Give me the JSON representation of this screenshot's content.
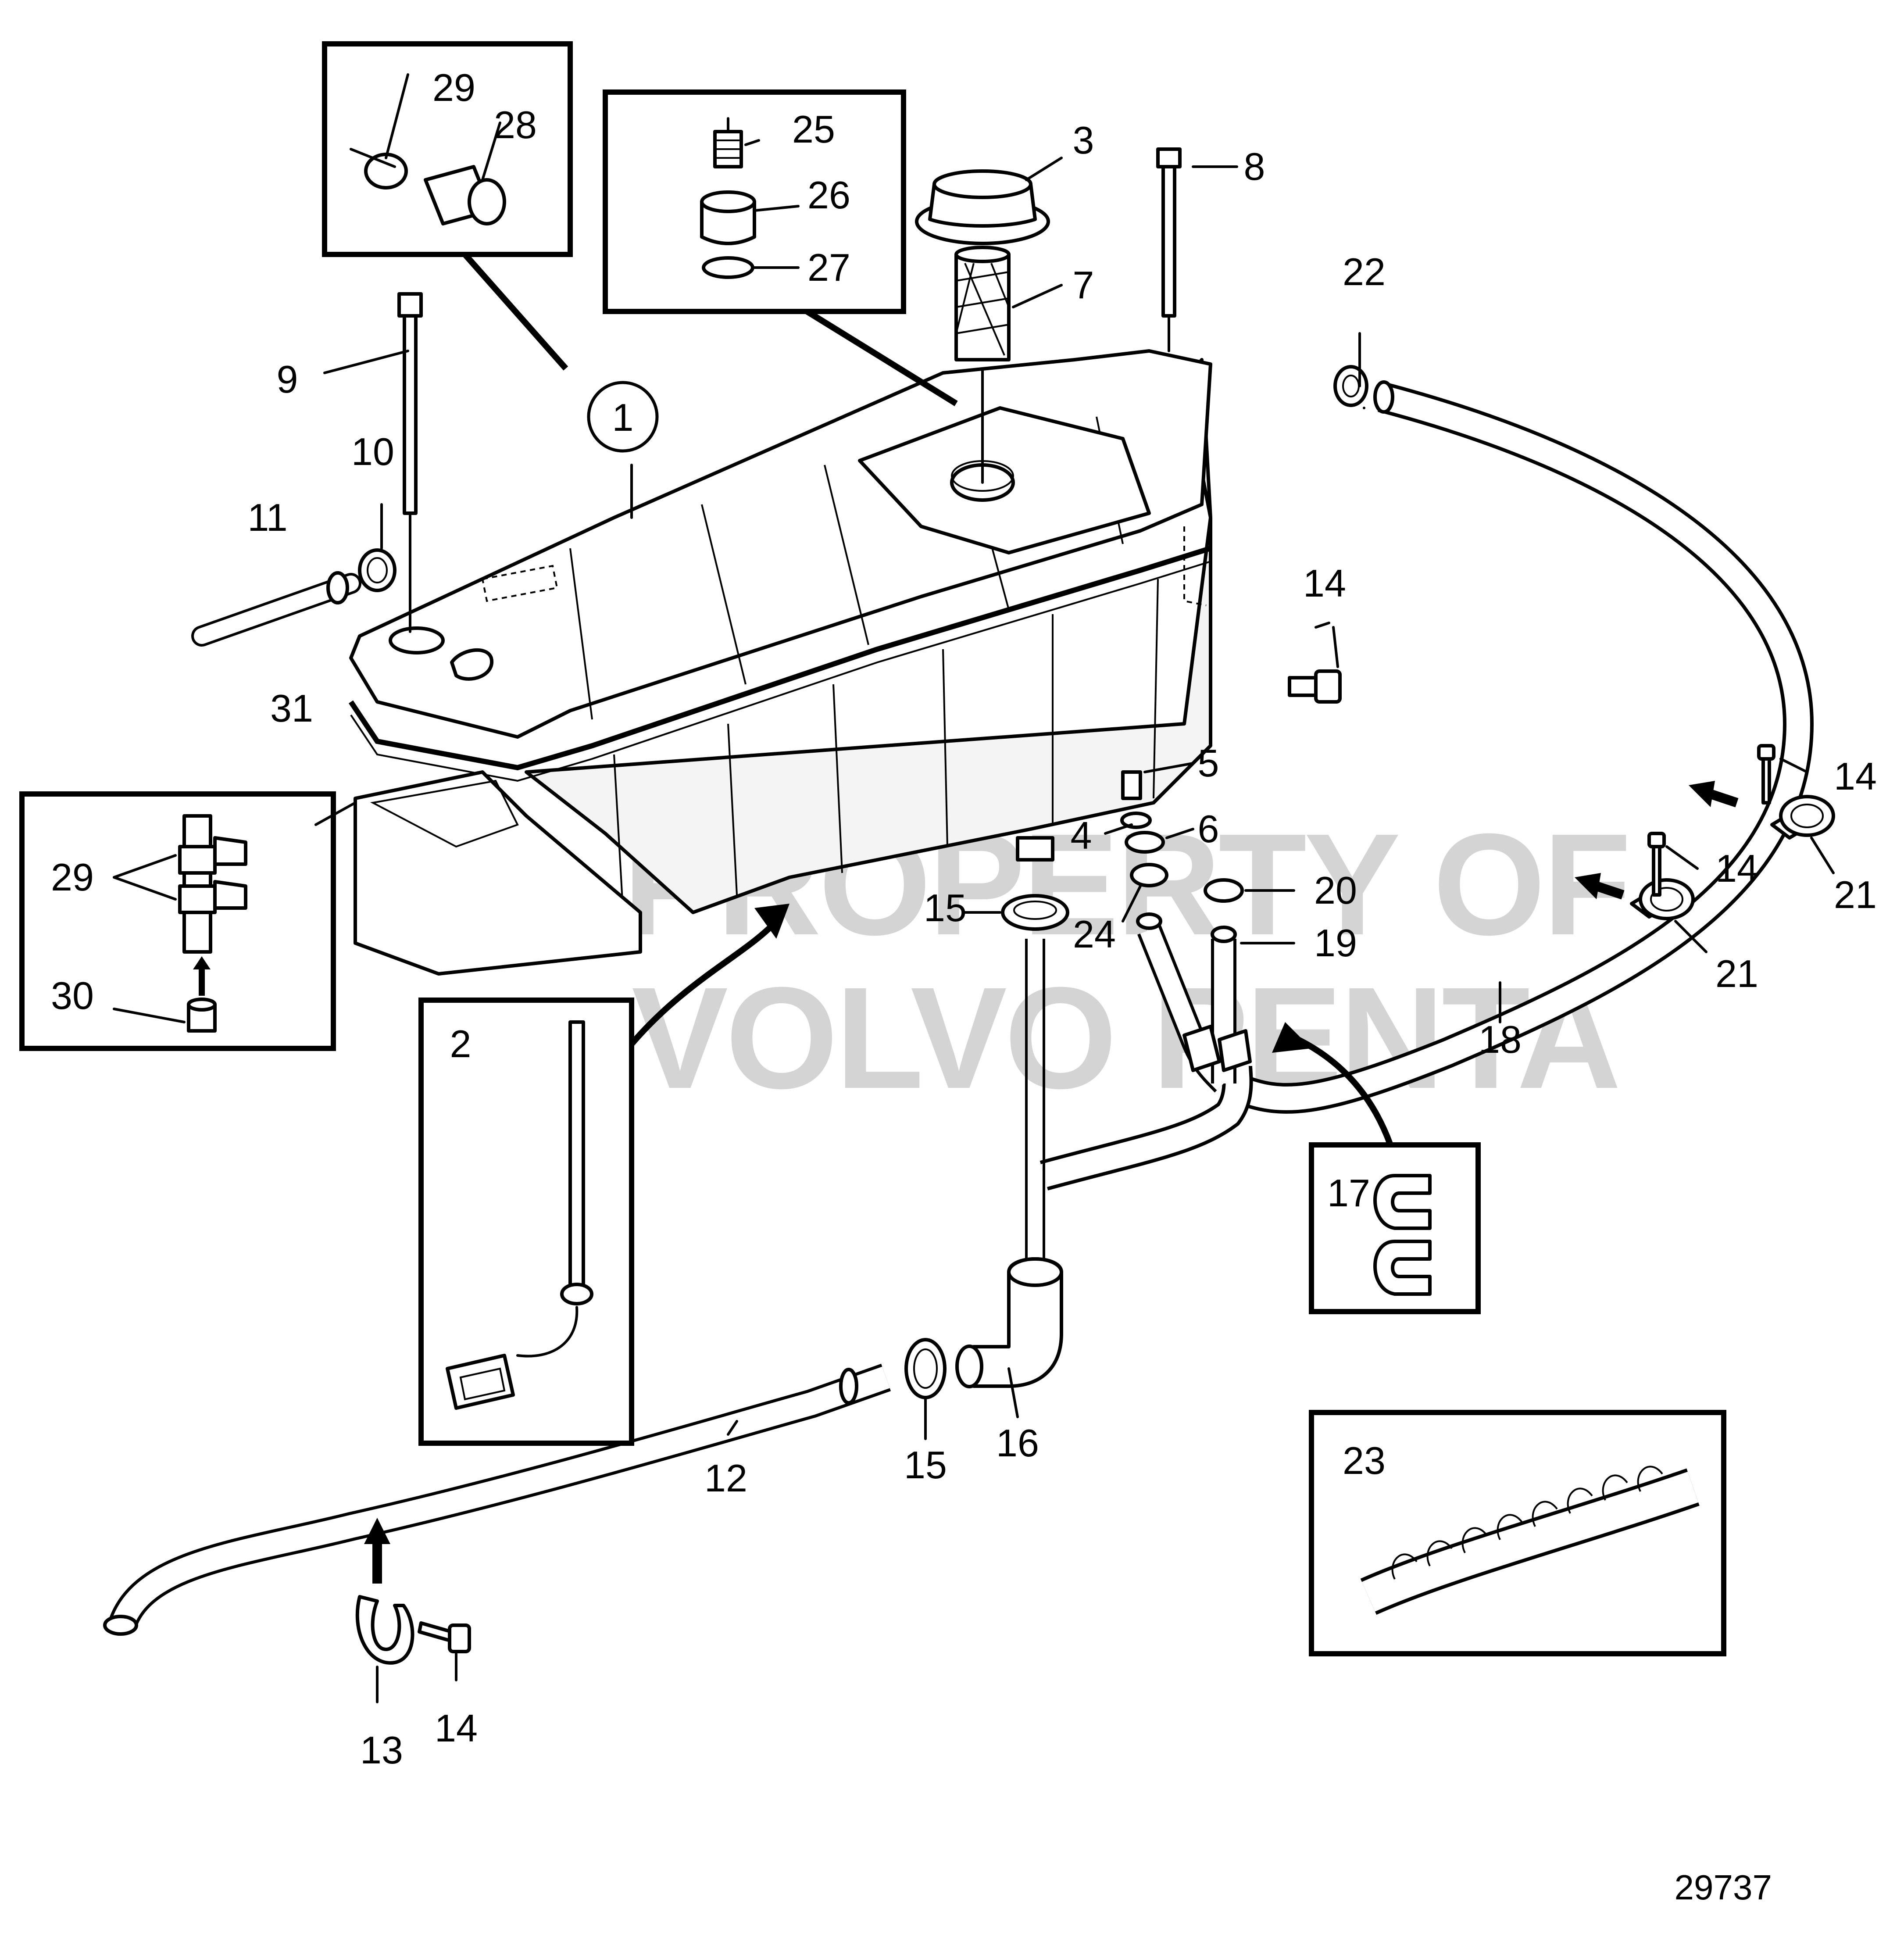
{
  "drawing_number": "29737",
  "watermark": {
    "line1": "PROPERTY OF",
    "line2": "VOLVO PENTA"
  },
  "callouts": {
    "c1": "1",
    "c2": "2",
    "c3": "3",
    "c4": "4",
    "c5": "5",
    "c6": "6",
    "c7": "7",
    "c8": "8",
    "c9": "9",
    "c10": "10",
    "c11": "11",
    "c12": "12",
    "c13": "13",
    "c14a": "14",
    "c14b": "14",
    "c14c": "14",
    "c14d": "14",
    "c15a": "15",
    "c15b": "15",
    "c16": "16",
    "c17": "17",
    "c18": "18",
    "c19": "19",
    "c20": "20",
    "c21a": "21",
    "c21b": "21",
    "c22": "22",
    "c23": "23",
    "c24": "24",
    "c25": "25",
    "c26": "26",
    "c27": "27",
    "c28": "28",
    "c29a": "29",
    "c29b": "29",
    "c30": "30",
    "c31": "31"
  }
}
